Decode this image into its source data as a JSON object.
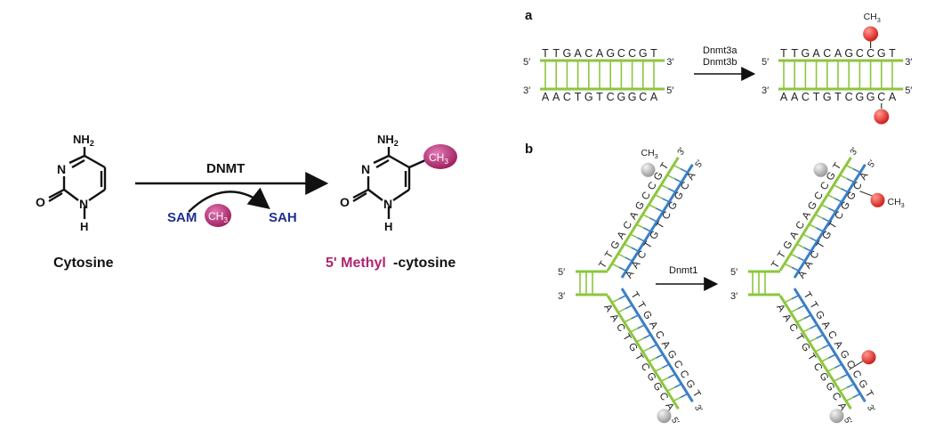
{
  "left": {
    "reaction_label": "DNMT",
    "cytosine": {
      "nh2": "NH2",
      "n_ring": "N",
      "o": "O",
      "nh": "N",
      "h": "H",
      "name": "Cytosine"
    },
    "product": {
      "nh2": "NH2",
      "n_ring": "N",
      "o": "O",
      "nh": "N",
      "h": "H",
      "methyl": "CH3",
      "name_prefix": "5' Methyl",
      "name_suffix": "-cytosine"
    },
    "sam": "SAM",
    "sam_methyl": "CH3",
    "sah": "SAH",
    "colors": {
      "methyl": "#b0246f",
      "sam": "#1f2f8f",
      "product_name": "#b0246f"
    }
  },
  "panel_a": {
    "label": "a",
    "enzyme_line1": "Dnmt3a",
    "enzyme_line2": "Dnmt3b",
    "top_seq": [
      "T",
      "T",
      "G",
      "A",
      "C",
      "A",
      "G",
      "C",
      "C",
      "G",
      "T"
    ],
    "bottom_seq": [
      "A",
      "A",
      "C",
      "T",
      "G",
      "T",
      "C",
      "G",
      "G",
      "C",
      "A"
    ],
    "end_5": "5′",
    "end_3": "3′",
    "methyl": "CH3"
  },
  "panel_b": {
    "label": "b",
    "enzyme": "Dnmt1",
    "end_5": "5′",
    "end_3": "3′",
    "methyl": "CH3",
    "upper_outer_seq": [
      "T",
      "T",
      "G",
      "A",
      "C",
      "A",
      "G",
      "C",
      "C",
      "G",
      "T"
    ],
    "upper_inner_seq": [
      "A",
      "A",
      "C",
      "T",
      "G",
      "T",
      "C",
      "G",
      "G",
      "C",
      "A"
    ],
    "lower_inner_seq": [
      "T",
      "T",
      "G",
      "A",
      "C",
      "A",
      "G",
      "C",
      "C",
      "G",
      "T"
    ],
    "lower_outer_seq": [
      "A",
      "A",
      "C",
      "T",
      "G",
      "T",
      "C",
      "G",
      "G",
      "C",
      "A"
    ]
  },
  "colors": {
    "strand_green": "#8cc63f",
    "strand_blue": "#3b7fc4",
    "methyl_red": "#e0302a",
    "methyl_grey": "#b5b5b5"
  }
}
